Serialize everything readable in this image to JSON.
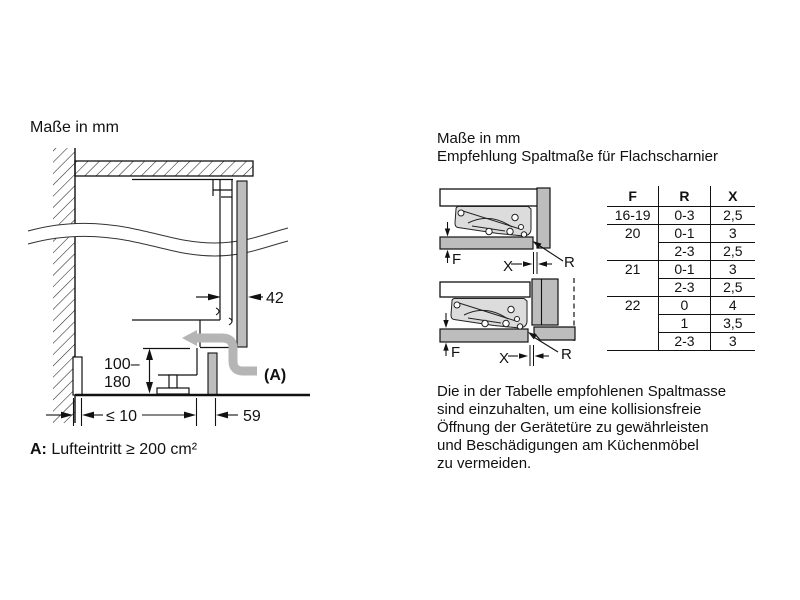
{
  "left": {
    "title": "Maße in mm",
    "dim_door_thickness": "42",
    "dim_height_line1": "100–",
    "dim_height_line2": "180",
    "dim_wall_gap": "≤ 10",
    "dim_plinth_depth": "59",
    "air_inlet_label": "(A)",
    "note_prefix": "A:",
    "note_text": " Lufteintritt ≥ 200 cm²"
  },
  "right": {
    "title": "Maße in mm",
    "subtitle": "Empfehlung Spaltmaße für Flachscharnier",
    "hinge1": {
      "f": "F",
      "x": "X",
      "r": "R"
    },
    "hinge2": {
      "f": "F",
      "x": "X",
      "r": "R"
    },
    "table": {
      "headers": [
        "F",
        "R",
        "X"
      ],
      "rows": [
        {
          "f": "16-19",
          "r": "0-3",
          "x": "2,5"
        },
        {
          "f": "20",
          "r": "0-1",
          "x": "3"
        },
        {
          "f": "",
          "r": "2-3",
          "x": "2,5"
        },
        {
          "f": "21",
          "r": "0-1",
          "x": "3"
        },
        {
          "f": "",
          "r": "2-3",
          "x": "2,5"
        },
        {
          "f": "22",
          "r": "0",
          "x": "4"
        },
        {
          "f": "",
          "r": "1",
          "x": "3,5"
        },
        {
          "f": "",
          "r": "2-3",
          "x": "3"
        }
      ]
    },
    "paragraph": [
      "Die in der Tabelle empfohlenen Spaltmasse",
      "sind einzuhalten, um eine kollisionsfreie",
      "Öffnung der Gerätetüre zu gewährleisten",
      "und Beschädigungen am Küchenmöbel",
      "zu vermeiden."
    ]
  },
  "colors": {
    "line": "#1a1a1a",
    "panel_gray": "#bdbdbd",
    "hinge_gray": "#dcdcdc",
    "air_arrow_gray": "#b5b5b5"
  }
}
